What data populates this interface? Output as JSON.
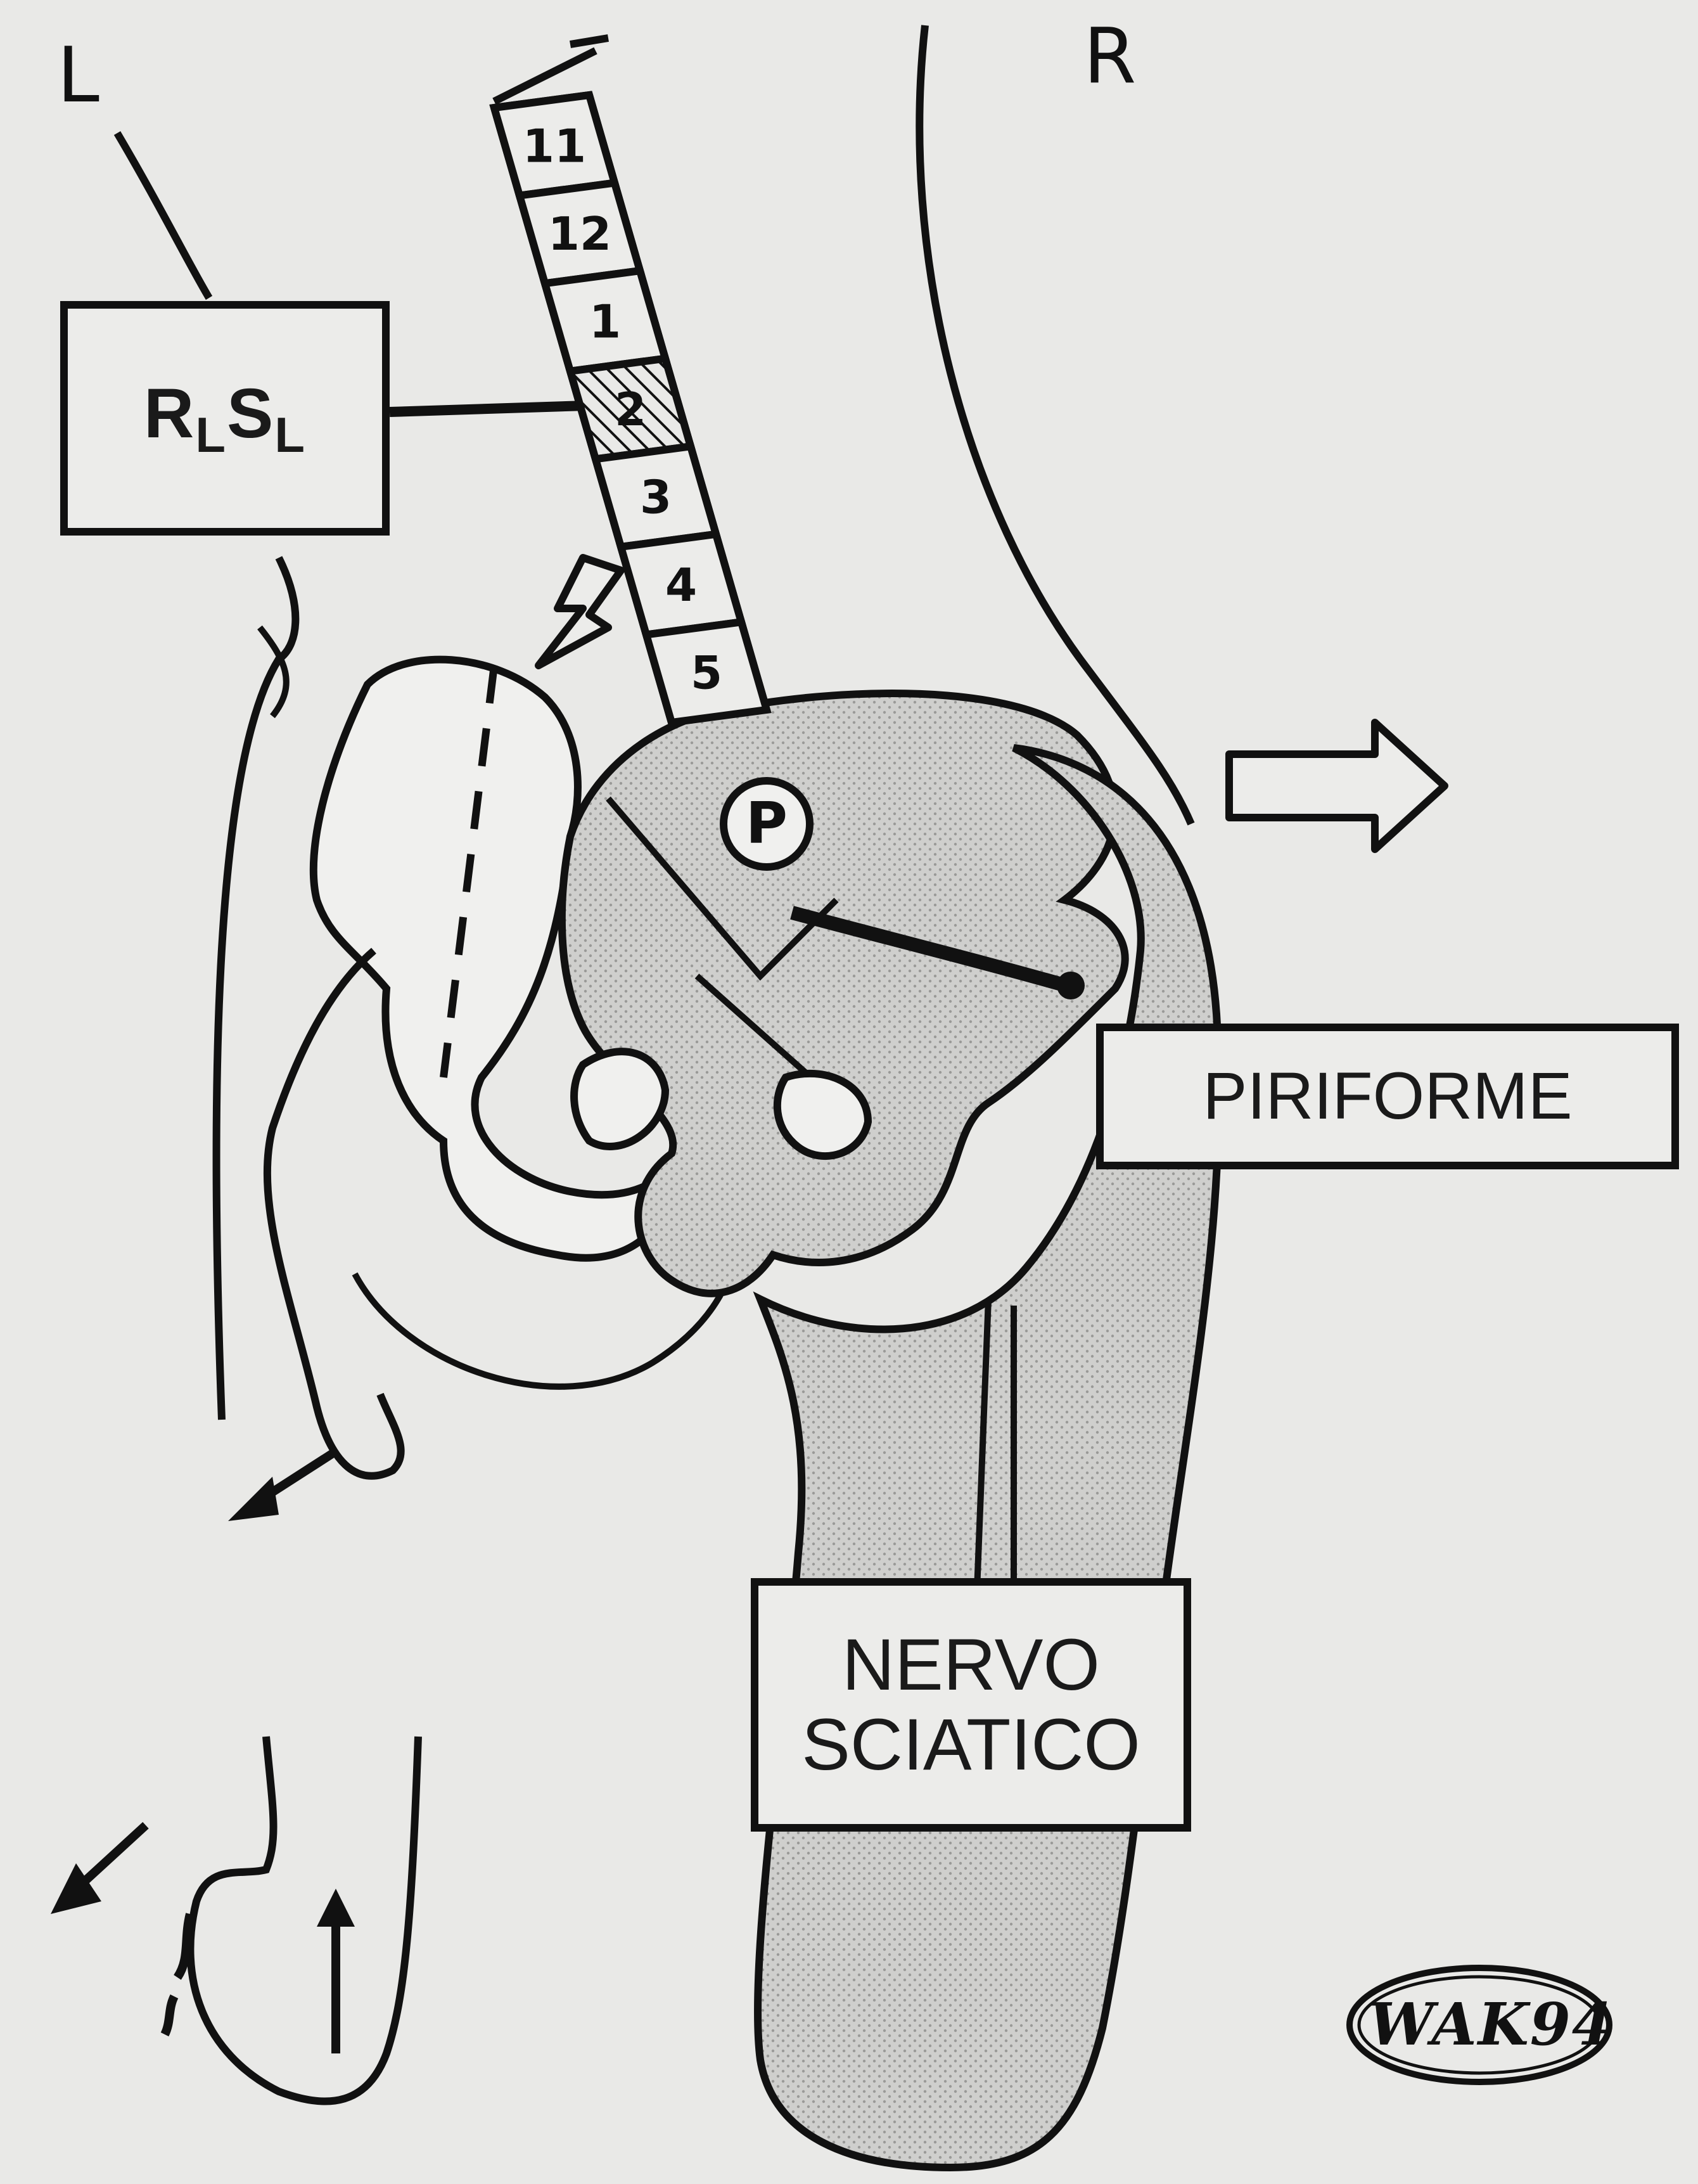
{
  "labels": {
    "left_side": "L",
    "right_side": "R"
  },
  "boxes": {
    "lesion": {
      "main_r": "R",
      "sub_r": "L",
      "main_s": "S",
      "sub_s": "L"
    },
    "piriforme": "PIRIFORME",
    "nervo_line1": "NERVO",
    "nervo_line2": "SCIATICO"
  },
  "vertebrae": [
    "11",
    "12",
    "1",
    "2",
    "3",
    "4",
    "5"
  ],
  "highlighted_vertebra": "2",
  "signature": "WAK94",
  "colors": {
    "background": "#e9e9e7",
    "ink": "#111111",
    "shading": "#c8c8c6"
  }
}
